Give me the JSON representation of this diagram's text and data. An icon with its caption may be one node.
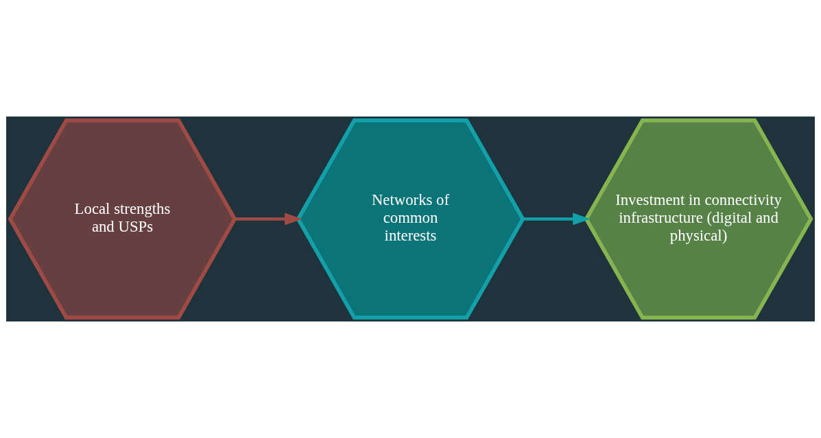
{
  "diagram": {
    "nodes": [
      {
        "text": [
          "Local strengths and USPs"
        ]
      },
      {
        "text": [
          "Networks of common interests"
        ]
      },
      {
        "text": [
          "Investment in connectivity infrastructure (digital and physical)"
        ]
      }
    ],
    "edges": [
      {
        "from": 0,
        "to": 1,
        "arrow": "to",
        "color": "#a04a45"
      },
      {
        "from": 1,
        "to": 2,
        "arrow": "to",
        "color": "#14a0a8"
      }
    ]
  }
}
